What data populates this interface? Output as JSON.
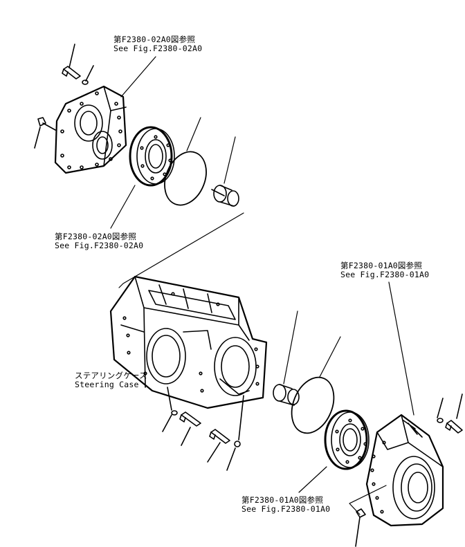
{
  "callouts": {
    "top_cover_ref": {
      "jp": "第F2380-02A0図参照",
      "en": "See Fig.F2380-02A0"
    },
    "bearing_ref_left": {
      "jp": "第F2380-02A0図参照",
      "en": "See Fig.F2380-02A0"
    },
    "right_cover_ref": {
      "jp": "第F2380-01A0図参照",
      "en": "See Fig.F2380-01A0"
    },
    "bearing_ref_right": {
      "jp": "第F2380-01A0図参照",
      "en": "See Fig.F2380-01A0"
    },
    "steering_case": {
      "jp": "ステアリングケース",
      "en": "Steering Case"
    }
  },
  "colors": {
    "line": "#000000",
    "background": "#ffffff"
  }
}
